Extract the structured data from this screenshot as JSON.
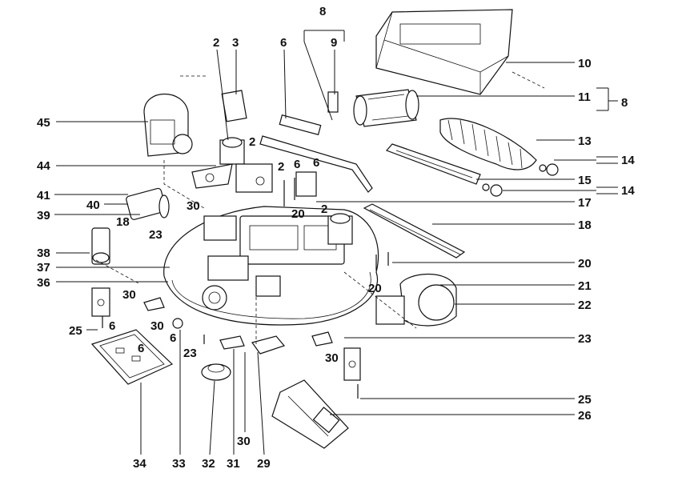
{
  "callouts": {
    "c45": "45",
    "c44": "44",
    "c41": "41",
    "c40": "40",
    "c39": "39",
    "c38": "38",
    "c37": "37",
    "c36": "36",
    "c25l": "25",
    "c18l": "18",
    "c23l": "23",
    "c30l1": "30",
    "c30l2": "30",
    "c30l3": "30",
    "c6l1": "6",
    "c6l2": "6",
    "c6l3": "6",
    "c23m": "23",
    "c2a": "2",
    "c3": "3",
    "c6a": "6",
    "c8top": "8",
    "c9": "9",
    "c2b": "2",
    "c2c": "2",
    "c6b": "6",
    "c6c": "6",
    "c20a": "20",
    "c2d": "2",
    "c20b": "20",
    "c10": "10",
    "c11": "11",
    "c8r": "8",
    "c13": "13",
    "c14a": "14",
    "c15": "15",
    "c14b": "14",
    "c17": "17",
    "c18r": "18",
    "c20r": "20",
    "c21": "21",
    "c22": "22",
    "c23r": "23",
    "c30r": "30",
    "c25r": "25",
    "c26": "26",
    "c34": "34",
    "c33": "33",
    "c32": "32",
    "c31": "31",
    "c30b": "30",
    "c29": "29"
  }
}
